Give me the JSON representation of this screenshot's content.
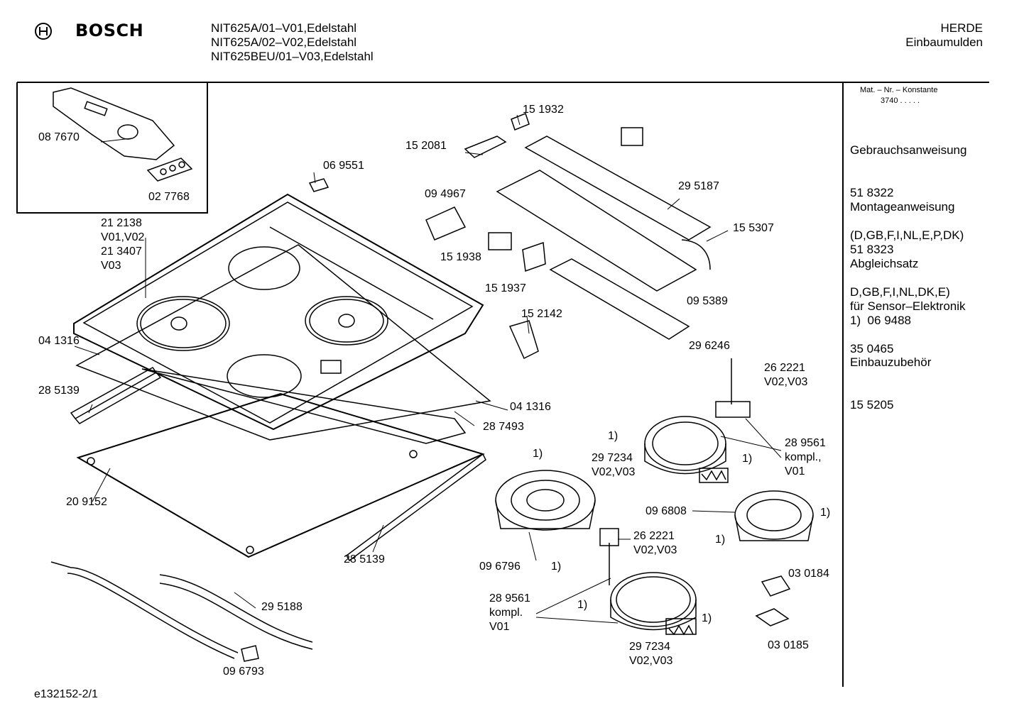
{
  "header": {
    "brand": "BOSCH",
    "models": [
      "NIT625A/01–V01,Edelstahl",
      "NIT625A/02–V02,Edelstahl",
      "NIT625BEU/01–V03,Edelstahl"
    ],
    "category": "HERDE",
    "subcategory": "Einbaumulden"
  },
  "sidebar": {
    "konstante_label": "Mat. – Nr. – Konstante",
    "konstante_value": "3740  .  .  .  .  .",
    "sections": [
      {
        "title": "Gebrauchsanweisung",
        "lines": [
          "51 8322",
          "(D,GB,F,I,NL,E,P,DK)"
        ]
      },
      {
        "title": "Montageanweisung",
        "lines": [
          "51 8323",
          "D,GB,F,I,NL,DK,E)"
        ]
      },
      {
        "title": "Abgleichsatz",
        "lines": [
          "für Sensor–Elektronik",
          "35 0465"
        ]
      },
      {
        "title": "1)  06 9488",
        "lines": []
      },
      {
        "title": "Einbauzubehör",
        "lines": [
          "15 5205"
        ]
      }
    ]
  },
  "labels": {
    "p087670": "08 7670",
    "p027768": "02 7768",
    "p069551": "06 9551",
    "p212138": "21 2138\nV01,V02\n21 3407\nV03",
    "p041316a": "04 1316",
    "p285139a": "28 5139",
    "p209152": "20 9152",
    "p296793": "09 6793",
    "p295188": "29 5188",
    "p285139b": "28 5139",
    "p287493": "28 7493",
    "p041316b": "04 1316",
    "p151932": "15 1932",
    "p152081": "15 2081",
    "p094967": "09 4967",
    "p151938": "15 1938",
    "p151937": "15 1937",
    "p152142": "15 2142",
    "p295187": "29 5187",
    "p155307": "15 5307",
    "p095389": "09 5389",
    "p296246": "29 6246",
    "p262221a": "26 2221\nV02,V03",
    "p289561a": "28 9561\nkompl.,\nV01",
    "p297234a": "29 7234\nV02,V03",
    "p1a": "1)",
    "p1b": "1)",
    "p1c": "1)",
    "p096808": "09 6808",
    "p1d": "1)",
    "p1e": "1)",
    "p096796": "09 6796",
    "p1f": "1)",
    "p262221b": "26 2221\nV02,V03",
    "p289561b": "28 9561\nkompl.\nV01",
    "p1g": "1)",
    "p1h": "1)",
    "p297234b": "29 7234\nV02,V03",
    "p030184": "03 0184",
    "p030185": "03 0185"
  },
  "footer": {
    "code": "e132152-2/1"
  },
  "icons": {
    "logo": "bosch-armature-icon"
  }
}
